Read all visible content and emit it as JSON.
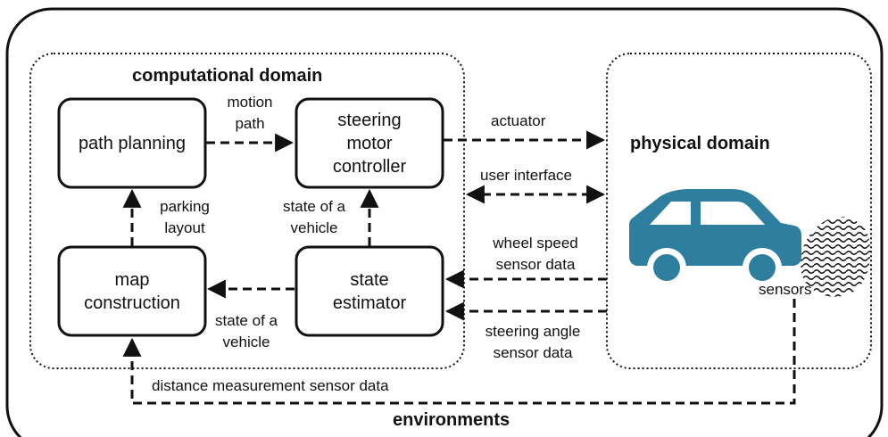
{
  "environment": {
    "label": "environments"
  },
  "computational_domain": {
    "label": "computational domain"
  },
  "physical_domain": {
    "label": "physical domain"
  },
  "blocks": {
    "path_planning": "path planning",
    "steering_controller": {
      "line1": "steering",
      "line2": "motor",
      "line3": "controller"
    },
    "map_construction": {
      "line1": "map",
      "line2": "construction"
    },
    "state_estimator": {
      "line1": "state",
      "line2": "estimator"
    }
  },
  "edges": {
    "motion_path": {
      "line1": "motion",
      "line2": "path"
    },
    "parking_layout": {
      "line1": "parking",
      "line2": "layout"
    },
    "state_upper": {
      "line1": "state of a",
      "line2": "vehicle"
    },
    "state_lower": {
      "line1": "state of a",
      "line2": "vehicle"
    },
    "actuator": "actuator",
    "user_interface": "user interface",
    "wheel_speed": {
      "line1": "wheel speed",
      "line2": "sensor data"
    },
    "steering_angle": {
      "line1": "steering angle",
      "line2": "sensor data"
    },
    "distance": "distance measurement sensor data"
  },
  "sensors": {
    "label": "sensors"
  },
  "icons": {
    "car": "car-icon",
    "sensor": "sensor-texture-icon"
  },
  "colors": {
    "car": "#2e7f9f",
    "line": "#111111"
  }
}
